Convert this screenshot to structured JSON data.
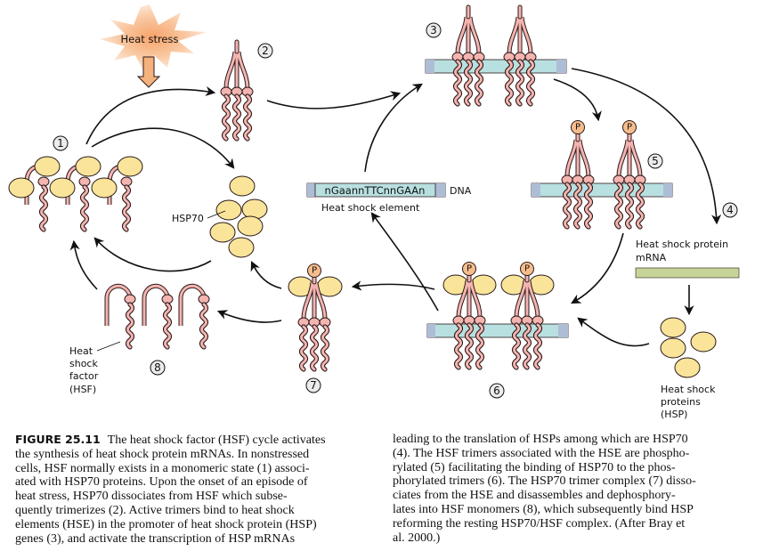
{
  "diagram": {
    "heat_stress_label": "Heat stress",
    "hsp70_label": "HSP70",
    "dna_sequence": "nGaannTTCnnGAAn",
    "dna_label": "DNA",
    "hse_label": "Heat shock element",
    "mrna_label_line1": "Heat shock protein",
    "mrna_label_line2": "mRNA",
    "hsp_label_line1": "Heat shock",
    "hsp_label_line2": "proteins",
    "hsp_label_line3": "(HSP)",
    "hsf_label_line1": "Heat",
    "hsf_label_line2": "shock",
    "hsf_label_line3": "factor",
    "hsf_label_line4": "(HSF)",
    "phosphate_label": "P",
    "steps": [
      "1",
      "2",
      "3",
      "4",
      "5",
      "6",
      "7",
      "8"
    ],
    "colors": {
      "hsf_pink": "#f4b4b0",
      "hsp70_yellow": "#f9e49a",
      "dna_teal": "#b9e0e0",
      "dna_end_blue": "#aebdd6",
      "mrna_green": "#c6d597",
      "phosphate_orange": "#f6bd8c",
      "starburst_orange": "#f6b27c",
      "step_circle": "#ececec"
    }
  },
  "caption": {
    "figure_label": "FIGURE 25.11",
    "left_lines": [
      "The heat shock factor (HSF) cycle activates",
      "the synthesis of heat shock protein mRNAs. In nonstressed",
      "cells, HSF normally exists in a monomeric state (1) associ-",
      "ated with HSP70 proteins. Upon the onset of an episode of",
      "heat stress, HSP70 dissociates from HSF which subse-",
      "quently trimerizes (2). Active trimers bind to heat shock",
      "elements (HSE) in the promoter of heat shock protein (HSP)",
      "genes (3), and activate the transcription of HSP mRNAs"
    ],
    "right_lines": [
      "leading to the translation of HSPs among which are HSP70",
      "(4). The HSF trimers associated with the HSE are phospho-",
      "rylated (5) facilitating the binding of HSP70 to the phos-",
      "phorylated trimers (6). The HSP70 trimer complex (7) disso-",
      "ciates from the HSE and disassembles and dephosphory-",
      "lates into HSF monomers (8), which subsequently bind HSP",
      "reforming the resting HSP70/HSF complex. (After Bray et",
      "al. 2000.)"
    ]
  }
}
